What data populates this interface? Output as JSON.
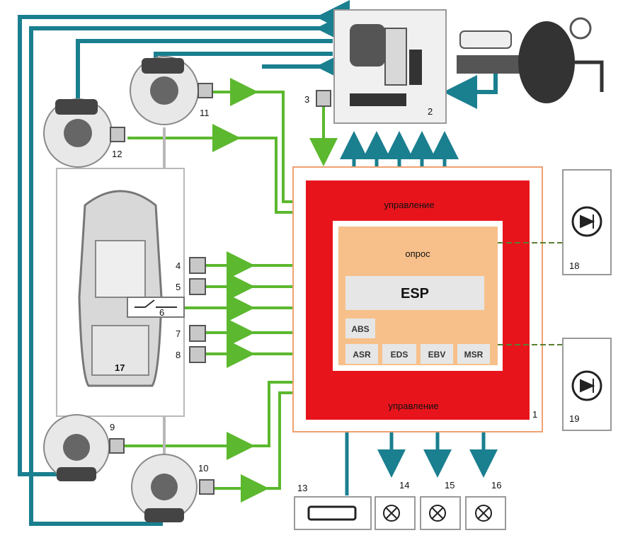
{
  "control_unit": {
    "number": "1",
    "top_label": "управление",
    "bottom_label": "управление",
    "inner_label": "опрос",
    "core_label": "ESP",
    "modules": [
      "ABS",
      "ASR",
      "EDS",
      "EBV",
      "MSR"
    ]
  },
  "labels": {
    "hydraulic_unit": "2",
    "pressure_sensor": "3",
    "sensor_4": "4",
    "sensor_5": "5",
    "switch_6": "6",
    "sensor_7": "7",
    "sensor_8": "8",
    "wheel_9": "9",
    "wheel_10": "10",
    "wheel_11": "11",
    "wheel_12": "12",
    "diag_13": "13",
    "lamp_14": "14",
    "lamp_15": "15",
    "lamp_16": "16",
    "car_17": "17",
    "box_18": "18",
    "box_19": "19"
  },
  "colors": {
    "teal": "#1a7f8f",
    "green": "#5cb82e",
    "red": "#e8141c",
    "orange": "#f7c08a",
    "grey": "#b8b8b8"
  }
}
